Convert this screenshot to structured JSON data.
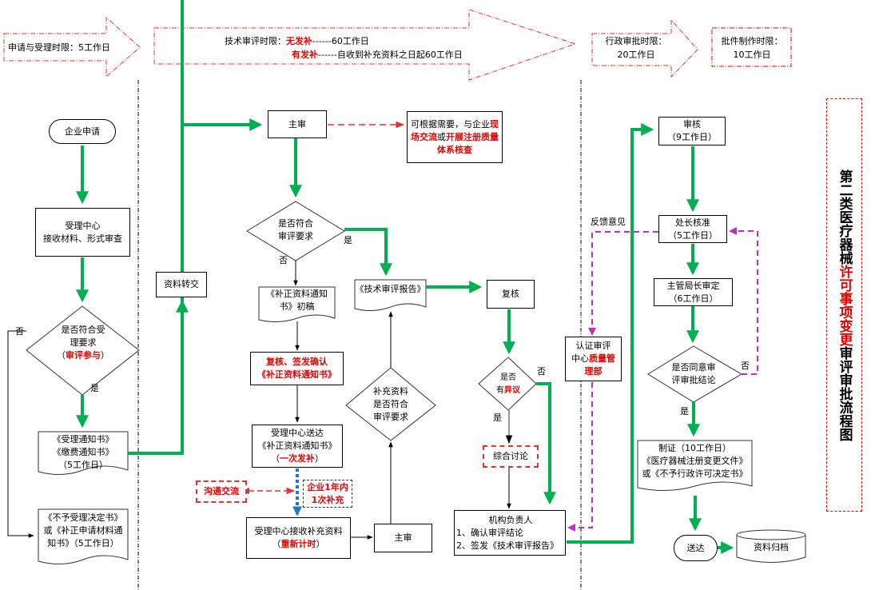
{
  "colors": {
    "flow_green": "#00b050",
    "accent_red": "#e60000",
    "feedback_magenta": "#c030c0",
    "supplement_blue": "#1f78d0"
  },
  "banners": {
    "acceptance": {
      "label": "申请与受理时限：",
      "value": "5工作日"
    },
    "technical": {
      "label": "技术审评时限：",
      "no_supplement_label": "无发补",
      "no_supplement_value": "------60工作日",
      "with_supplement_label": "有发补",
      "with_supplement_value": "------自收到补充资料之日起60工作日"
    },
    "administrative": {
      "label": "行政审批时限：",
      "value": "20工作日"
    },
    "certificate": {
      "label": "批件制作时限：",
      "value": "10工作日"
    }
  },
  "title": {
    "part1": "第二类医疗器械",
    "part2": "许可事项变更",
    "part3": "审评审批流程图"
  },
  "nodes": {
    "enterprise_apply": "企业申请",
    "acceptance_center": {
      "line1": "受理中心",
      "line2": "接收材料、形式审查"
    },
    "acceptance_decision": {
      "line1": "是否符合受",
      "line2": "理要求",
      "line3_prefix": "（",
      "line3_red": "审评参与",
      "line3_suffix": "）"
    },
    "acceptance_notice": {
      "line1": "《受理通知书》",
      "line2": "《缴费通知书》",
      "line3": "（5工作日）"
    },
    "rejection_notice": {
      "line1": "《不予受理决定书》",
      "line2": "或《补正申请材料通",
      "line3": "知书》（5工作日）"
    },
    "material_transfer": "资料转交",
    "main_review": "主审",
    "onsite_note": {
      "text1": "可根据需要，与企业",
      "red1": "现",
      "red2": "场交流",
      "text2": "或",
      "red3": "开展注册质量",
      "red4": "体系核查"
    },
    "review_decision": {
      "line1": "是否符合",
      "line2": "审评要求"
    },
    "correction_draft": {
      "line1": "《补正资料通知",
      "line2": "书》初稿"
    },
    "tech_report": "《技术审评报告》",
    "recheck_sign": {
      "line1": "复核、签发确认",
      "line2": "《补正资料通知书》"
    },
    "deliver_notice": {
      "line1": "受理中心送达",
      "line2": "《补正资料通知书》",
      "line3_prefix": "（",
      "line3_red": "一次发补",
      "line3_suffix": "）"
    },
    "communication": "沟通交流",
    "one_year": {
      "line1": "企业1年内",
      "line2": "1次补充"
    },
    "receive_supplement": {
      "line1": "受理中心接收补充资料",
      "line2_prefix": "（",
      "line2_red": "重新计时",
      "line2_suffix": "）"
    },
    "main_review_2": "主审",
    "supplement_decision": {
      "line1": "补充资料",
      "line2": "是否符合",
      "line3": "审评要求"
    },
    "recheck": "复核",
    "objection_decision": {
      "line1": "是否",
      "line2_prefix": "有",
      "line2_red": "异议"
    },
    "discussion": "综合讨论",
    "institution_head": {
      "line1": "机构负责人",
      "line2": "1、确认审评结论",
      "line3": "2、签发《技术审评报告》"
    },
    "quality_dept": {
      "line1": "认证审评",
      "line2_prefix": "中心",
      "line2_red": "质量管",
      "line3_red": "理部"
    },
    "audit": {
      "line1": "审核",
      "line2": "（9工作日）"
    },
    "director_approve": {
      "line1": "处长核准",
      "line2": "（5工作日）"
    },
    "bureau_approve": {
      "line1": "主管局长审定",
      "line2": "（6工作日）"
    },
    "agree_decision": {
      "line1": "是否同意审",
      "line2": "评审批结论"
    },
    "certificate_make": {
      "line1": "制证（10工作日）",
      "line2": "《医疗器械注册变更文件》",
      "line3": "或《不予行政许可决定书》"
    },
    "delivery": "送达",
    "archive": "资料归档"
  },
  "labels": {
    "yes": "是",
    "no": "否",
    "feedback": "反馈意见"
  }
}
